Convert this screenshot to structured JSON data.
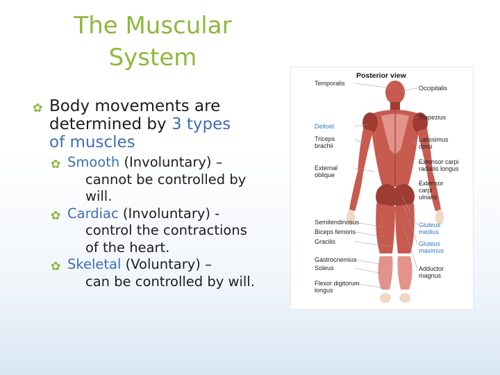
{
  "slide": {
    "title_line1": "The Muscular",
    "title_line2": "System"
  },
  "bullets": {
    "main": {
      "text_a": "Body movements are",
      "text_b": "determined by ",
      "highlight": "3 types",
      "text_c": "of muscles"
    },
    "items": [
      {
        "name": "Smooth",
        "qualifier": " (Involuntary) –",
        "desc_line1": "cannot be controlled by",
        "desc_line2": "will."
      },
      {
        "name": "Cardiac",
        "qualifier": " (Involuntary) -",
        "desc_line1": "control the contractions",
        "desc_line2": "of the heart."
      },
      {
        "name": "Skeletal",
        "qualifier": " (Voluntary) –",
        "desc_line1": "can be controlled by will.",
        "desc_line2": ""
      }
    ]
  },
  "figure": {
    "title": "Posterior view",
    "labels_left": [
      {
        "lines": [
          "Temporalis"
        ],
        "blue": false
      },
      {
        "lines": [
          "Deltoid"
        ],
        "blue": true
      },
      {
        "lines": [
          "Triceps",
          "brachii"
        ],
        "blue": false
      },
      {
        "lines": [
          "External",
          "oblique"
        ],
        "blue": false
      },
      {
        "lines": [
          "Semitendinosus"
        ],
        "blue": false
      },
      {
        "lines": [
          "Biceps femoris"
        ],
        "blue": false
      },
      {
        "lines": [
          "Gracilis"
        ],
        "blue": false
      },
      {
        "lines": [
          "Gastrocnemius"
        ],
        "blue": false
      },
      {
        "lines": [
          "Soleus"
        ],
        "blue": false
      },
      {
        "lines": [
          "Flexor digitorum",
          "longus"
        ],
        "blue": false
      }
    ],
    "labels_right": [
      {
        "lines": [
          "Occipitalis"
        ],
        "blue": false
      },
      {
        "lines": [
          "Trapezius"
        ],
        "blue": false
      },
      {
        "lines": [
          "Latissimus",
          "dorsi"
        ],
        "blue": false
      },
      {
        "lines": [
          "Extensor carpi",
          "radialis longus"
        ],
        "blue": false
      },
      {
        "lines": [
          "Extensor",
          "carpi",
          "ulnaris"
        ],
        "blue": false
      },
      {
        "lines": [
          "Gluteus",
          "medius"
        ],
        "blue": true
      },
      {
        "lines": [
          "Gluteus",
          "maximus"
        ],
        "blue": true
      },
      {
        "lines": [
          "Adductor",
          "magnus"
        ],
        "blue": false
      }
    ],
    "colors": {
      "muscle": "#c75b4f",
      "muscle_dark": "#9e3b33",
      "muscle_light": "#e3938a",
      "tendon": "#f0d8c4",
      "blue_label": "#2f78c6"
    }
  },
  "theme": {
    "title_color": "#8db83b",
    "bullet_color": "#8db83b",
    "highlight_color": "#3e6eb3"
  }
}
